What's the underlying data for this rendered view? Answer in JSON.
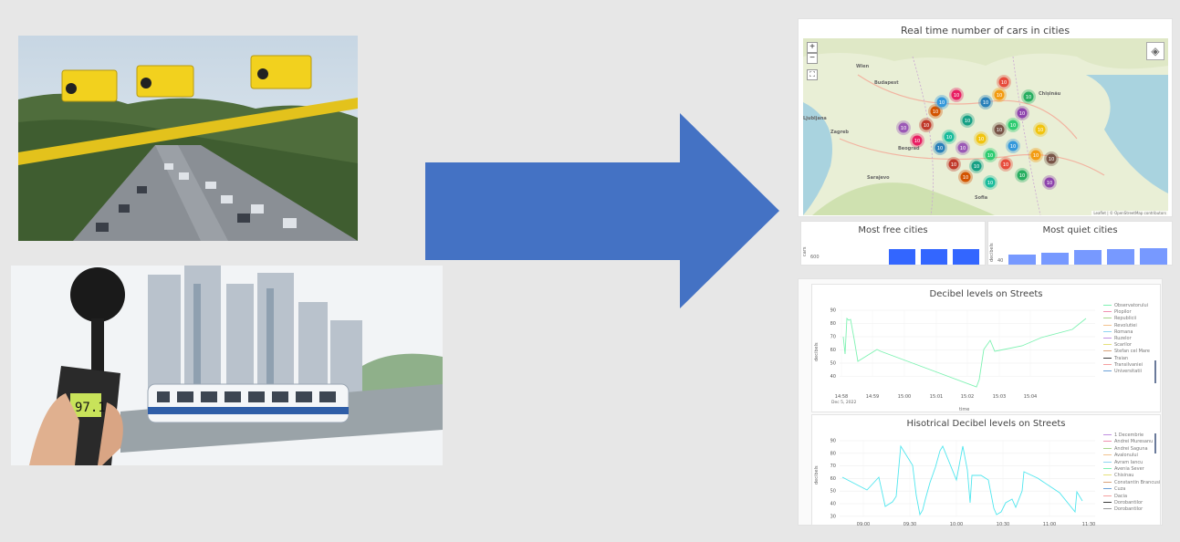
{
  "map_panel": {
    "title": "Real time number of cars in cities",
    "zoom_in": "+",
    "zoom_out": "−",
    "attribution": "Leaflet | © OpenStreetMap contributors",
    "cluster_label": "10",
    "places": [
      "Budapest",
      "Chișinău",
      "Zagreb",
      "Beograd",
      "Sarajevo",
      "Sofia",
      "Ljubljana",
      "Wien"
    ]
  },
  "bar_panels": [
    {
      "title": "Most free cities",
      "ylabel": "cars",
      "tick": "600"
    },
    {
      "title": "Most quiet cities",
      "ylabel": "decibels",
      "tick": "40"
    }
  ],
  "decibel_chart": {
    "title": "Decibel levels on Streets",
    "ylabel": "decibels",
    "xlabel": "time",
    "date_label": "Dec 5, 2022",
    "yticks": [
      "90",
      "80",
      "70",
      "60",
      "50",
      "40"
    ],
    "xticks": [
      "14:58",
      "14:59",
      "15:00",
      "15:01",
      "15:02",
      "15:03",
      "15:04"
    ],
    "legend": [
      "Observatorului",
      "Plopilor",
      "Republicii",
      "Revolutiei",
      "Romana",
      "Ruzelor",
      "Scarilor",
      "Stefan cel Mare",
      "Traian",
      "Transilvaniei",
      "Universitatii"
    ]
  },
  "historical_chart": {
    "title": "Hisotrical Decibel levels on Streets",
    "ylabel": "decibels",
    "yticks": [
      "90",
      "80",
      "70",
      "60",
      "50",
      "40",
      "30"
    ],
    "xticks": [
      "09:00",
      "09:30",
      "10:00",
      "10:30",
      "11:00",
      "11:30"
    ],
    "legend": [
      "1 Decembrie",
      "Andrei Muresanu",
      "Andrei Saguna",
      "Avalonului",
      "Avram Iancu",
      "Avenia Sever",
      "Chisinau",
      "Constantin Brancusi",
      "Cuza",
      "Dacia",
      "Dorobantilor",
      "Dorobantilor"
    ]
  },
  "colors": {
    "arrow": "#4472c4",
    "bar_blue": "#3366ff",
    "bar_light": "#7799ff",
    "line_green": "#7ef2b2",
    "line_cyan": "#4fe6ee"
  }
}
